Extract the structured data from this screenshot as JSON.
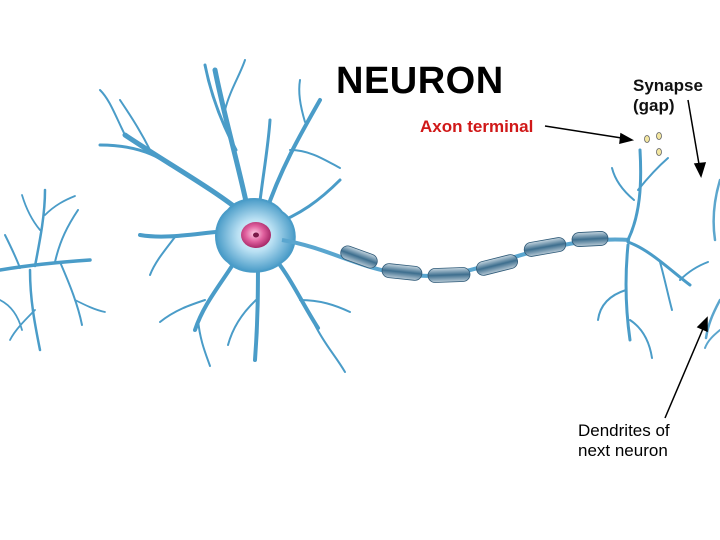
{
  "diagram": {
    "title": "NEURON",
    "labels": {
      "axon_terminal": "Axon terminal",
      "synapse_line1": "Synapse",
      "synapse_line2": "(gap)",
      "dendrites_line1": "Dendrites of",
      "dendrites_line2": "next neuron"
    },
    "colors": {
      "neuron": "#4a9cc8",
      "neuron_light": "#8fcbe8",
      "nucleus": "#d44a8a",
      "myelin": "#3f6f8f",
      "axon_label": "#d01818",
      "text": "#000000"
    }
  }
}
